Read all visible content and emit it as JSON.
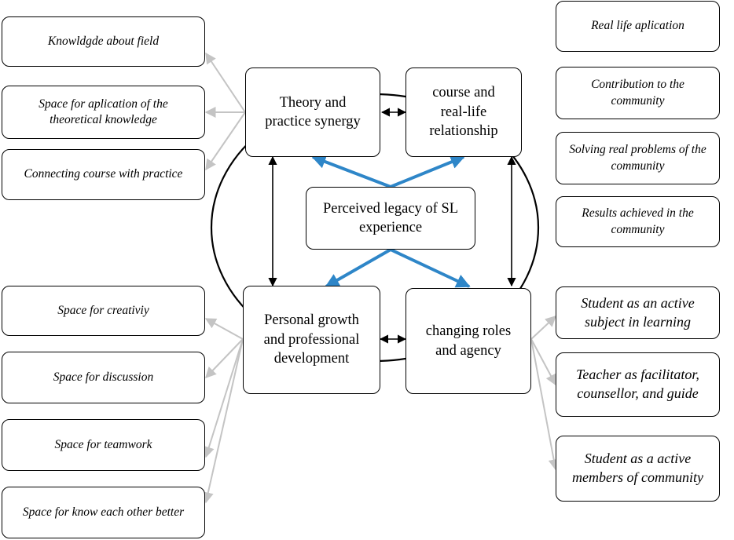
{
  "center": {
    "label": "Perceived legacy of SL experience"
  },
  "core": {
    "theory": "Theory and practice synergy",
    "course": "course and real-life relationship",
    "personal": "Personal growth and professional development",
    "roles": "changing roles and agency"
  },
  "theory_items": [
    "Knowldgde about field",
    "Space for aplication of the theoretical knowledge",
    "Connecting course with practice"
  ],
  "course_items": [
    "Real life aplication",
    "Contribution to the community",
    "Solving real problems of the community",
    "Results achieved in the community"
  ],
  "personal_items": [
    "Space for creativiy",
    "Space for discussion",
    "Space for teamwork",
    "Space for know each other better"
  ],
  "roles_items": [
    "Student as an active subject in learning",
    "Teacher as facilitator, counsellor, and guide",
    "Student as a active members of community"
  ],
  "colors": {
    "blue_arrow": "#2e86c8",
    "grey_arrow": "#c4c4c4",
    "outline": "#000000"
  }
}
